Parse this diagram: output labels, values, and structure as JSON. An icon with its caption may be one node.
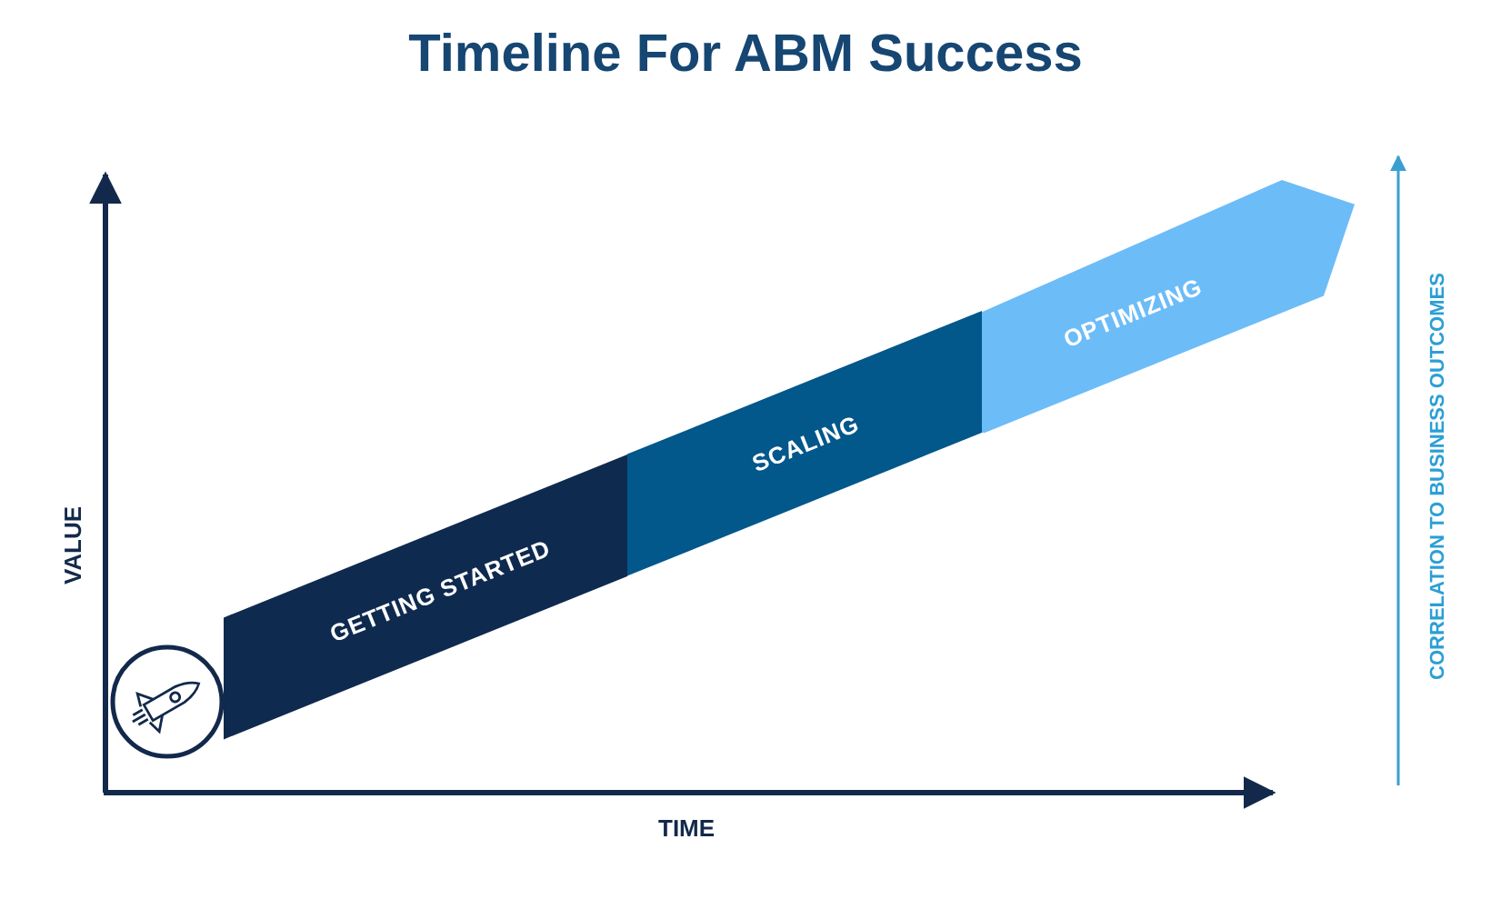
{
  "diagram": {
    "title": "Timeline For ABM Success",
    "nodes": [
      {
        "text": [
          "GETTING STARTED"
        ]
      },
      {
        "text": [
          "SCALING"
        ]
      },
      {
        "text": [
          "OPTIMIZING"
        ]
      }
    ],
    "labels": [
      "VALUE",
      "TIME",
      "CORRELATION TO BUSINESS OUTCOMES"
    ]
  }
}
